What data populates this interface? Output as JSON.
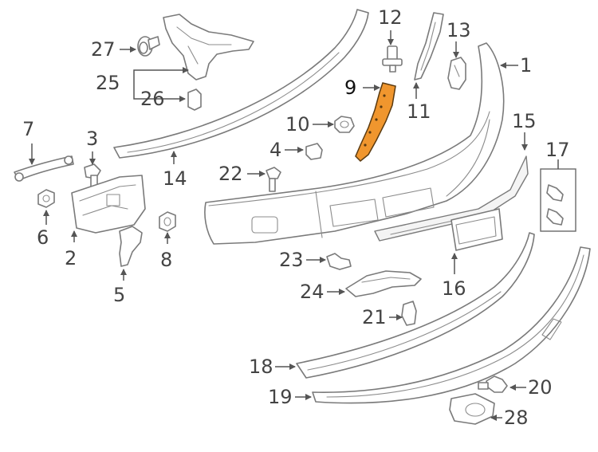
{
  "highlight_color": "#f0962e",
  "callouts": [
    "1",
    "2",
    "3",
    "4",
    "5",
    "6",
    "7",
    "8",
    "9",
    "10",
    "11",
    "12",
    "13",
    "14",
    "15",
    "16",
    "17",
    "18",
    "19",
    "20",
    "21",
    "22",
    "23",
    "24",
    "25",
    "26",
    "27",
    "28"
  ],
  "highlighted_part": "9"
}
